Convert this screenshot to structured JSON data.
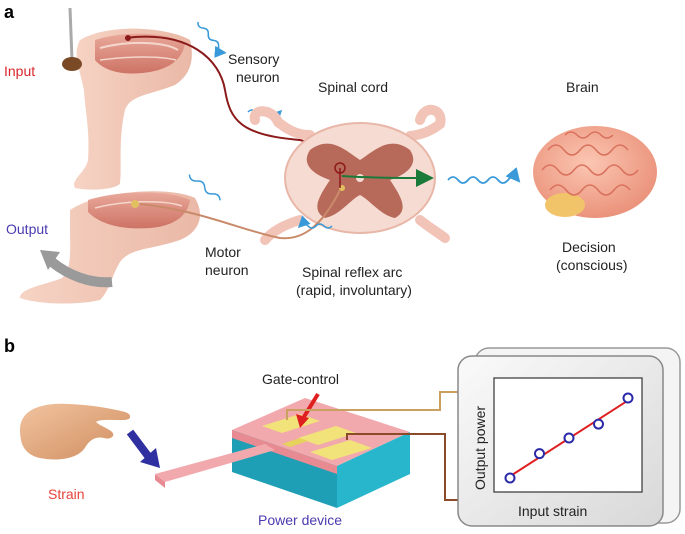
{
  "panel_a": {
    "letter": "a",
    "input_label": "Input",
    "output_label": "Output",
    "sensory_neuron": [
      "Sensory",
      "neuron"
    ],
    "motor_neuron": [
      "Motor",
      "neuron"
    ],
    "spinal_cord": "Spinal cord",
    "brain": "Brain",
    "reflex_arc": [
      "Spinal reflex arc",
      "(rapid, involuntary)"
    ],
    "decision": [
      "Decision",
      "(conscious)"
    ]
  },
  "panel_b": {
    "letter": "b",
    "strain": "Strain",
    "gate_control": "Gate-control",
    "power_device": "Power device",
    "plot": {
      "xlabel": "Input strain",
      "ylabel": "Output power"
    }
  },
  "chart_data": {
    "type": "scatter",
    "xlabel": "Input strain",
    "ylabel": "Output power",
    "x": [
      1,
      2,
      3,
      4,
      5
    ],
    "y": [
      1,
      2.4,
      3.3,
      4.1,
      5.6
    ],
    "fit_line": true,
    "marker_color": "#2a2aa8",
    "line_color": "#e02020"
  },
  "colors": {
    "input_text": "#d9262b",
    "output_text": "#4a3bb0",
    "strain_text": "#e8433a",
    "power_device_text": "#4a3bb0",
    "sensory_nerve": "#8b1a1a",
    "motor_nerve": "#c98a6a",
    "signal_wave": "#3a9ad9",
    "decision_arrow": "#1a7a3a"
  }
}
